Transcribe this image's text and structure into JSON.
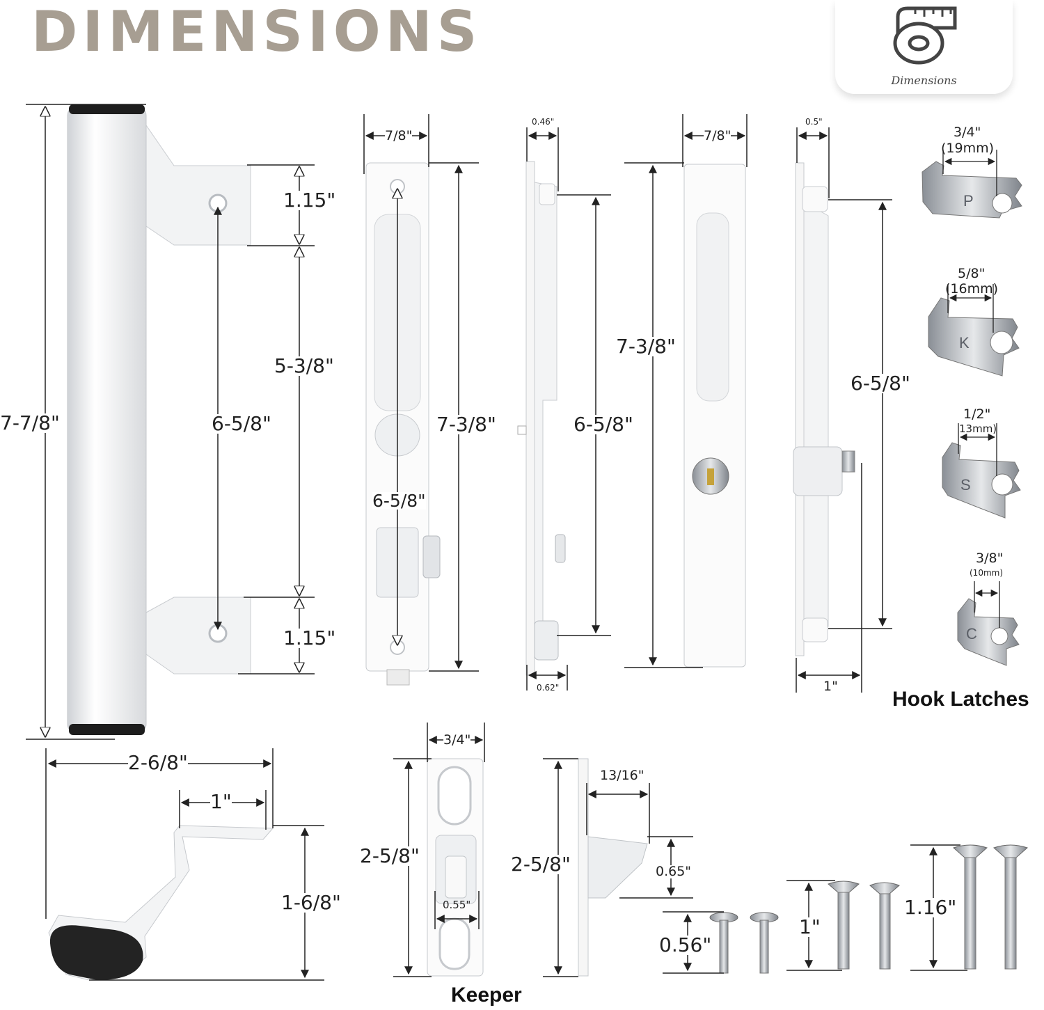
{
  "header": {
    "title": "DIMENSIONS",
    "badge_label": "Dimensions",
    "badge_icon": "tape-measure-icon"
  },
  "handle": {
    "overall_height": "7-7/8\"",
    "top_mount": "1.15\"",
    "bottom_mount": "1.15\"",
    "between_mounts": "5-3/8\"",
    "hole_spacing": "6-5/8\""
  },
  "latch_front": {
    "width": "7/8\"",
    "height": "7-3/8\"",
    "hole_spacing": "6-5/8\""
  },
  "latch_side": {
    "top_depth": "0.46\"",
    "height": "6-5/8\"",
    "bottom_depth": "0.62\""
  },
  "lock_front": {
    "width": "7/8\"",
    "height": "7-3/8\""
  },
  "lock_side": {
    "top_depth": "0.5\"",
    "height": "6-5/8\"",
    "bottom_depth": "1\""
  },
  "hook_latches": {
    "label": "Hook Latches",
    "items": [
      {
        "inch": "3/4\"",
        "mm": "(19mm)",
        "letter": "P"
      },
      {
        "inch": "5/8\"",
        "mm": "(16mm)",
        "letter": "K"
      },
      {
        "inch": "1/2\"",
        "mm": "13mm)",
        "letter": "S"
      },
      {
        "inch": "3/8\"",
        "mm": "(10mm)",
        "letter": "C"
      }
    ]
  },
  "handle_side": {
    "depth": "2-6/8\"",
    "grip_width": "1\"",
    "height": "1-6/8\""
  },
  "keeper": {
    "label": "Keeper",
    "width": "3/4\"",
    "height": "2-5/8\"",
    "slot": "0.55\""
  },
  "keeper_side": {
    "height": "2-5/8\"",
    "projection": "13/16\"",
    "tab": "0.65\""
  },
  "screws": {
    "short": "0.56\"",
    "medium": "1\"",
    "long": "1.16\""
  }
}
